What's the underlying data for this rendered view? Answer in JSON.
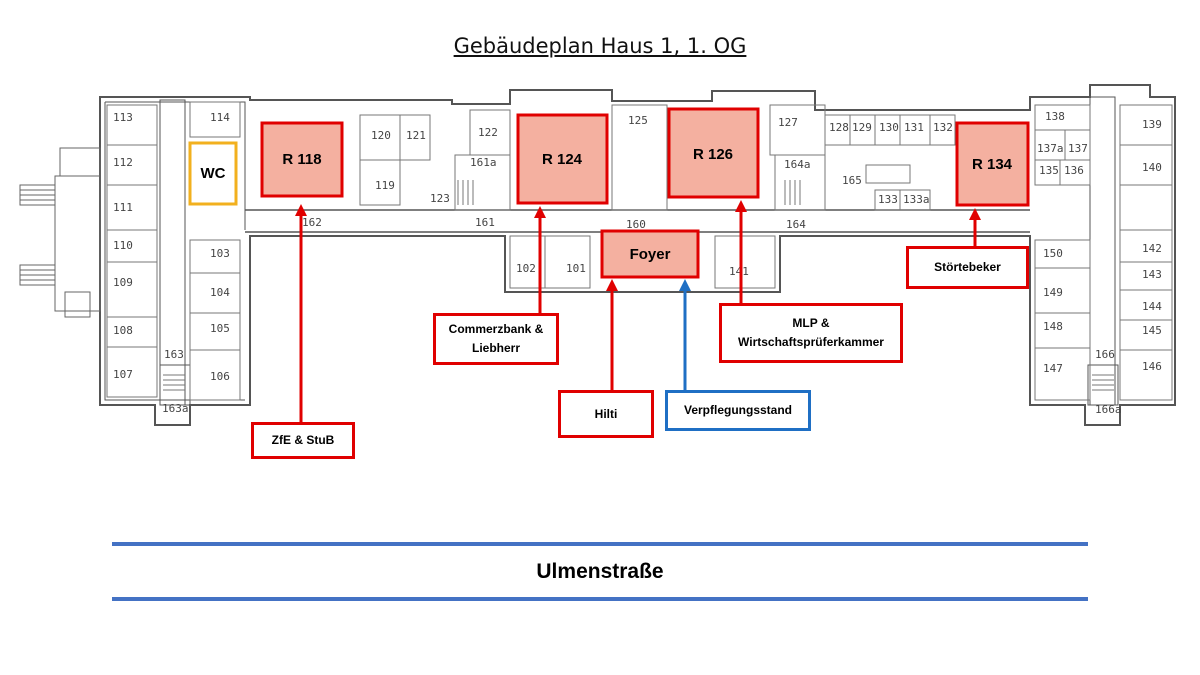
{
  "title": "Gebäudeplan Haus 1, 1. OG",
  "street": "Ulmenstraße",
  "room_numbers": [
    "113",
    "114",
    "112",
    "111",
    "110",
    "109",
    "108",
    "107",
    "103",
    "104",
    "105",
    "106",
    "163",
    "163a",
    "120",
    "121",
    "119",
    "162",
    "122",
    "161a",
    "123",
    "161",
    "125",
    "160",
    "127",
    "128",
    "129",
    "130",
    "131",
    "132",
    "164a",
    "165",
    "133",
    "133a",
    "164",
    "102",
    "101",
    "141",
    "138",
    "137a",
    "137",
    "135",
    "136",
    "139",
    "140",
    "142",
    "143",
    "144",
    "145",
    "146",
    "147",
    "148",
    "149",
    "150",
    "166",
    "166a"
  ],
  "highlights": {
    "wc": "WC",
    "r118": "R 118",
    "r124": "R 124",
    "r126": "R 126",
    "r134": "R 134",
    "foyer": "Foyer"
  },
  "callouts": {
    "zfe": "ZfE & StuB",
    "commerzbank": "Commerzbank &\nLiebherr",
    "hilti": "Hilti",
    "verpflegung": "Verpflegungsstand",
    "mlp": "MLP &\nWirtschaftsprüferkammer",
    "stoertebeker": "Störtebeker"
  },
  "colors": {
    "highlight_fill": "#f4b0a0",
    "highlight_border": "#e00000",
    "wc_border": "#f2b01e",
    "callout_red": "#e00000",
    "callout_blue": "#1f6fc4",
    "street_line": "#4472c4"
  }
}
